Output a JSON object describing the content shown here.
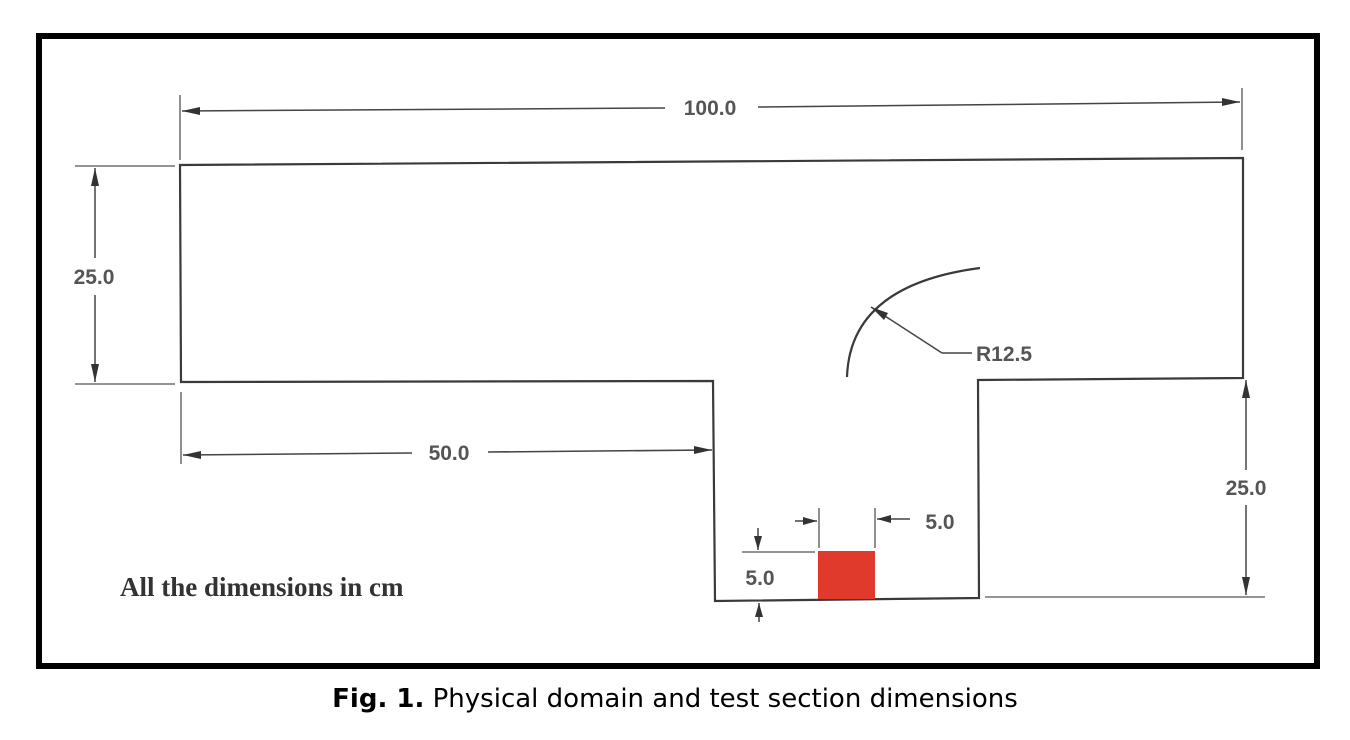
{
  "diagram": {
    "dimensions": {
      "overall_length": "100.0",
      "left_height": "25.0",
      "left_section_length": "50.0",
      "radius": "R12.5",
      "right_height": "25.0",
      "block_width": "5.0",
      "block_height": "5.0"
    },
    "note": "All the dimensions in cm",
    "colors": {
      "test_block": "#e03a2c",
      "frame": "#000000",
      "lines": "#3a3a3a"
    }
  },
  "caption": {
    "label": "Fig. 1.",
    "text": " Physical domain and test section dimensions"
  }
}
